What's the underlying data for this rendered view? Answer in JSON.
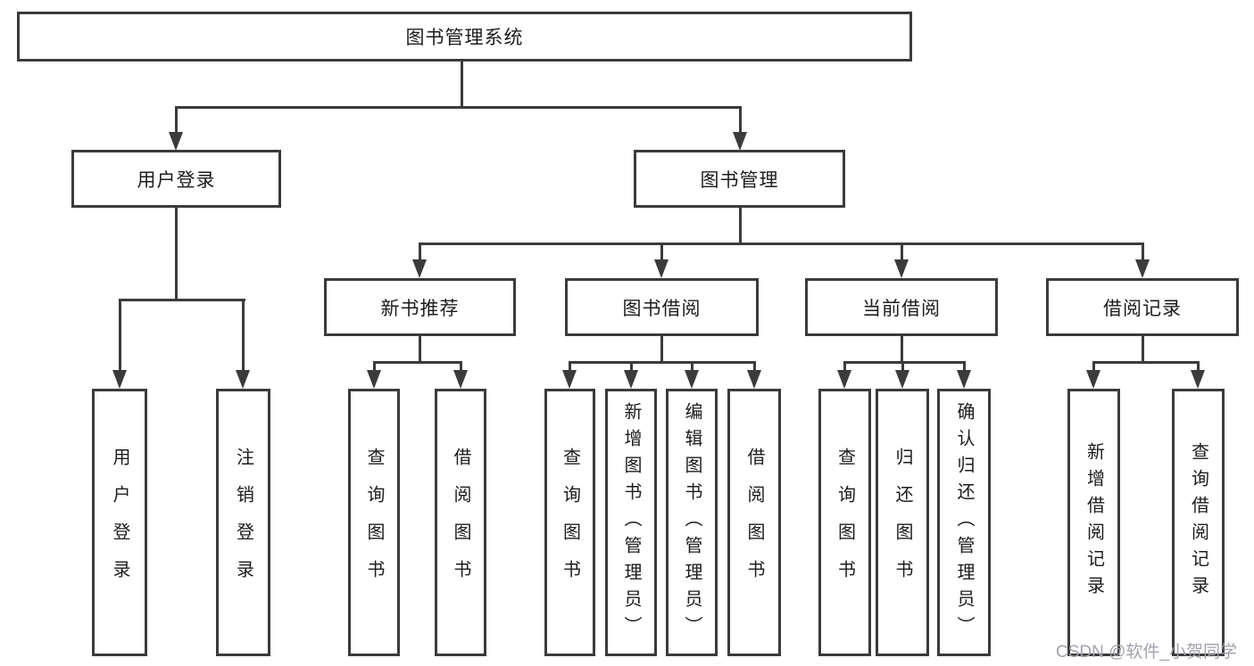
{
  "diagram": {
    "title": "图书管理系统",
    "branches": [
      {
        "label": "用户登录",
        "children": [
          {
            "label": "用户登录"
          },
          {
            "label": "注销登录"
          }
        ]
      },
      {
        "label": "图书管理",
        "sections": [
          {
            "label": "新书推荐",
            "children": [
              {
                "label": "查询图书"
              },
              {
                "label": "借阅图书"
              }
            ]
          },
          {
            "label": "图书借阅",
            "children": [
              {
                "label": "查询图书"
              },
              {
                "label": "新增图书（管理员）"
              },
              {
                "label": "编辑图书（管理员）"
              },
              {
                "label": "借阅图书"
              }
            ]
          },
          {
            "label": "当前借阅",
            "children": [
              {
                "label": "查询图书"
              },
              {
                "label": "归还图书"
              },
              {
                "label": "确认归还（管理员）"
              }
            ]
          },
          {
            "label": "借阅记录",
            "children": [
              {
                "label": "新增借阅记录"
              },
              {
                "label": "查询借阅记录"
              }
            ]
          }
        ]
      }
    ]
  },
  "watermark": {
    "text": "CSDN @软件_小贺同学"
  },
  "colors": {
    "line": "#3b3b3b",
    "text": "#1c1c1c",
    "watermark": "#a2a2ac",
    "background": "#ffffff"
  }
}
